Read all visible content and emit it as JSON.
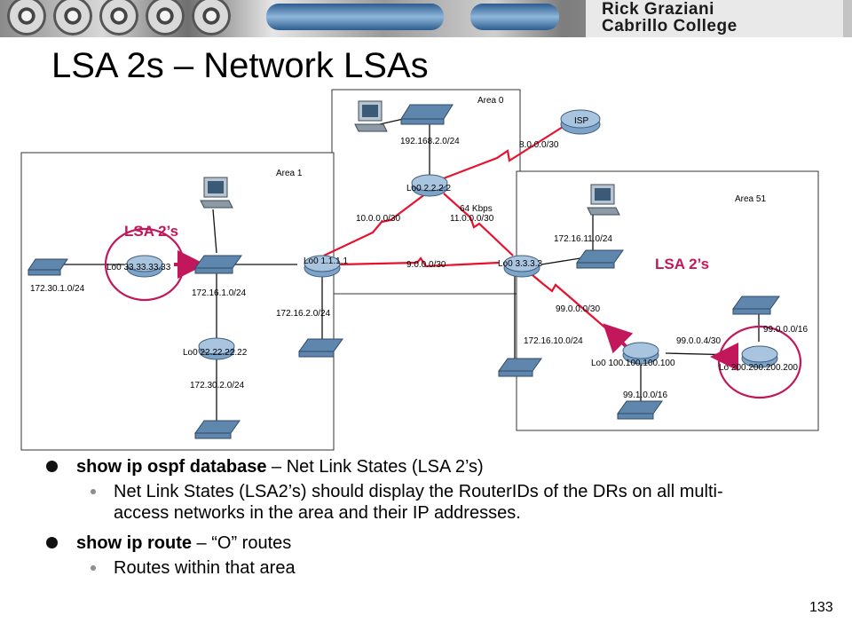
{
  "header": {
    "brand_line1": "Rick Graziani",
    "brand_line2": "Cabrillo College"
  },
  "slide": {
    "title": "LSA 2s – Network LSAs",
    "page_number": "133"
  },
  "diagram": {
    "areas": {
      "area0": "Area 0",
      "area1": "Area 1",
      "area51": "Area 51"
    },
    "lsa_labels": [
      "LSA 2’s",
      "LSA 2’s"
    ],
    "routers": {
      "r1": "Lo0 1.1.1.1",
      "r2": "Lo0 2.2.2.2",
      "r3": "Lo0 3.3.3.3",
      "r33": "Lo0 33.33.33.33",
      "r22": "Lo0 22.22.22.22",
      "r100": "Lo0 100.100.100.100",
      "r200": "Lo 200.200.200.200",
      "isp": "ISP"
    },
    "networks": {
      "n192": "192.168.2.0/24",
      "n8": "8.0.0.0/30",
      "n10": "10.0.0.0/30",
      "n11": "11.0.0.0/30",
      "speed": "64 Kbps",
      "n9": "9.0.0.0/30",
      "n172_30_1": "172.30.1.0/24",
      "n172_16_1": "172.16.1.0/24",
      "n172_16_2": "172.16.2.0/24",
      "n172_30_2": "172.30.2.0/24",
      "n172_16_11": "172.16.11.0/24",
      "n99_0_0_0_30": "99.0.0.0/30",
      "n172_16_10": "172.16.10.0/24",
      "n99_0_0_4": "99.0.0.4/30",
      "n99_0_0_0_16": "99.0.0.0/16",
      "n99_1": "99.1.0.0/16"
    }
  },
  "bullets": [
    {
      "command": "show ip ospf database",
      "text": " – Net Link States (LSA 2’s)",
      "sub": "Net Link States (LSA2’s) should display the RouterIDs of the DRs on all multi-access networks in the area and their IP addresses."
    },
    {
      "command": "show ip route",
      "text": " – “O” routes",
      "sub": "Routes within that area"
    }
  ],
  "colors": {
    "link_red": "#e8112d",
    "highlight": "#c2185b",
    "arrow": "#c2185b",
    "router_blue": "#7fa3c8",
    "switch_blue": "#5f86ad"
  },
  "icons": [
    "router-icon",
    "switch-icon",
    "pc-icon",
    "cloud-router-icon"
  ]
}
